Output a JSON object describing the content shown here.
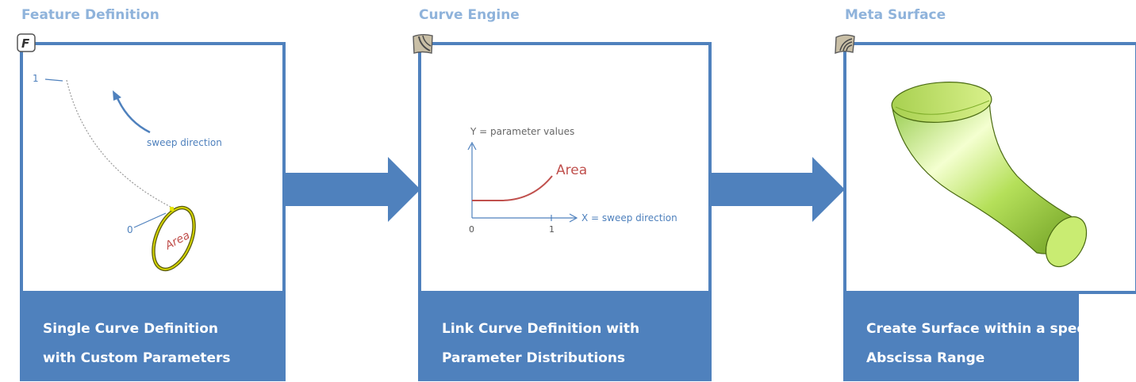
{
  "steps": [
    {
      "title": "Feature Definition",
      "caption_line1": "Single Curve Definition",
      "caption_line2": "with Custom Parameters",
      "badge_letter": "F",
      "labels": {
        "start": "1",
        "end": "0",
        "direction": "sweep direction",
        "area": "Area"
      }
    },
    {
      "title": "Curve Engine",
      "caption_line1": "Link Curve Definition with",
      "caption_line2": "Parameter Distributions",
      "graph": {
        "y_axis_label": "Y = parameter values",
        "x_axis_label": "X = sweep direction",
        "x_tick_0": "0",
        "x_tick_1": "1",
        "curve_label": "Area"
      }
    },
    {
      "title": "Meta Surface",
      "caption_line1": "Create Surface within a specified",
      "caption_line2": "Abscissa Range"
    }
  ],
  "colors": {
    "accent_blue": "#4f81bd",
    "title_blue": "#8fb3db",
    "area_red": "#c0504d",
    "ring_yellow": "#d4d400",
    "surface_green": "#b5e05a"
  },
  "icons": {
    "step1_badge": "feature-f-icon",
    "step2_badge": "curve-engine-icon",
    "step3_badge": "meta-surface-icon",
    "flow_arrow": "right-arrow-icon"
  }
}
